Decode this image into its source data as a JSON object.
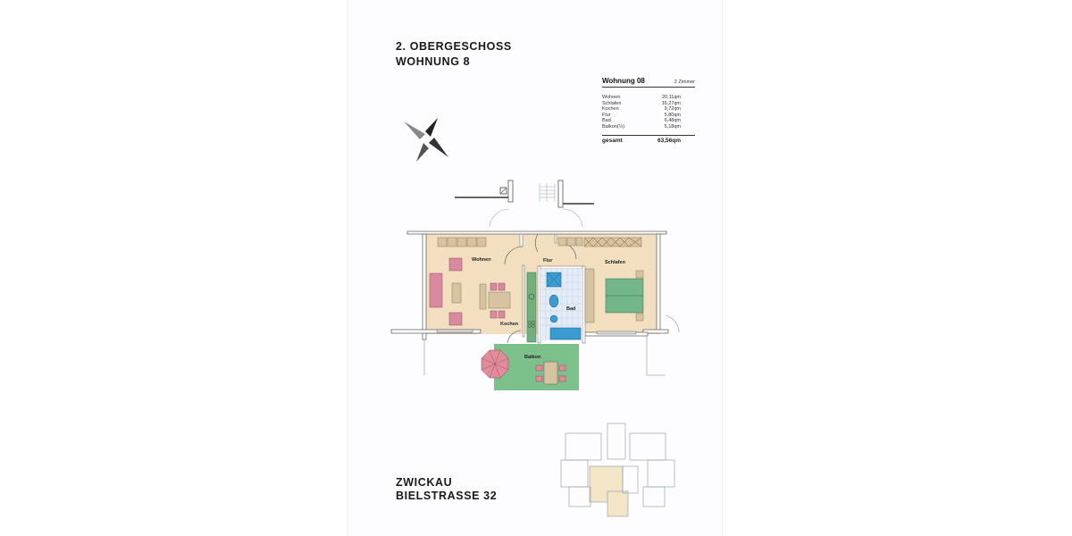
{
  "header": {
    "floor": "2. OBERGESCHOSS",
    "unit": "WOHNUNG  8"
  },
  "area_table": {
    "title": "Wohnung 08",
    "rooms_count": "2 Zimmer",
    "rows": [
      {
        "room": "Wohnen",
        "area": "20,11qm"
      },
      {
        "room": "Schlafen",
        "area": "16,27qm"
      },
      {
        "room": "Kochen",
        "area": "9,72qm"
      },
      {
        "room": "Flur",
        "area": "5,80qm"
      },
      {
        "room": "Bad",
        "area": "6,48qm"
      },
      {
        "room": "Balkon(½)",
        "area": "5,18qm"
      }
    ],
    "total_label": "gesamt",
    "total_area": "63,56qm"
  },
  "plan": {
    "rooms": {
      "wohnen": "Wohnen",
      "flur": "Flur",
      "schlafen": "Schlafen",
      "kochen": "Kochen",
      "bad": "Bad",
      "balkon": "Balkon"
    },
    "colors": {
      "floor": "#f1dfbf",
      "wall": "#f7f7f9",
      "wall_line": "#555555",
      "furniture_beige": "#d8c3a1",
      "sofa_pink": "#d98aa0",
      "kitchen_green": "#6fb07e",
      "bed_green": "#72b68a",
      "bath_blue": "#3a9bd0",
      "tile": "#e4edf7",
      "balcony_green": "#7cc08c",
      "umbrella_pink": "#e28b9b"
    }
  },
  "address": {
    "city": "ZWICKAU",
    "street": "BIELSTRASSE  32"
  }
}
